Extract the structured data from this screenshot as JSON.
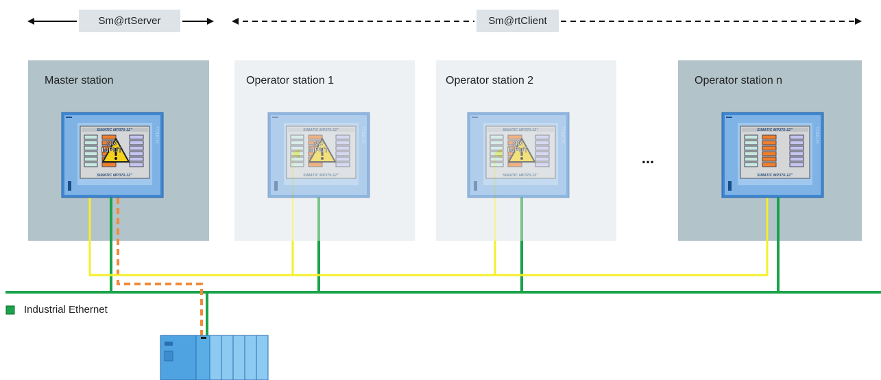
{
  "header": {
    "server_label": "Sm@rtServer",
    "client_label": "Sm@rtClient"
  },
  "stations": [
    {
      "title": "Master station",
      "panel_model": "SIMATIC MP370-12\"",
      "panel_brand": "TOUCH",
      "warning": "NO INPUT",
      "faded": false
    },
    {
      "title": "Operator station 1",
      "panel_model": "SIMATIC MP370-12\"",
      "panel_brand": "TOUCH",
      "warning": "NO INPUT",
      "faded": true
    },
    {
      "title": "Operator station 2",
      "panel_model": "SIMATIC MP370-12\"",
      "panel_brand": "TOUCH",
      "warning": "NO INPUT",
      "faded": true
    },
    {
      "title": "Operator station n",
      "panel_model": "SIMATIC MP370-12\"",
      "panel_brand": "TOUCH",
      "warning": "",
      "faded": false
    }
  ],
  "ellipsis": "...",
  "legend": {
    "label": "Industrial Ethernet",
    "color": "#1aa34a"
  },
  "colors": {
    "ethernet": "#1aa34a",
    "sync_line": "#f5ef2a",
    "dashed_link": "#f08a3c",
    "master_bg": "#b2c3ca",
    "client_bg": "#eef1f4",
    "label_bg": "#dde3e7",
    "panel_frame": "#3f86d0",
    "plc": "#4fa3e0"
  }
}
